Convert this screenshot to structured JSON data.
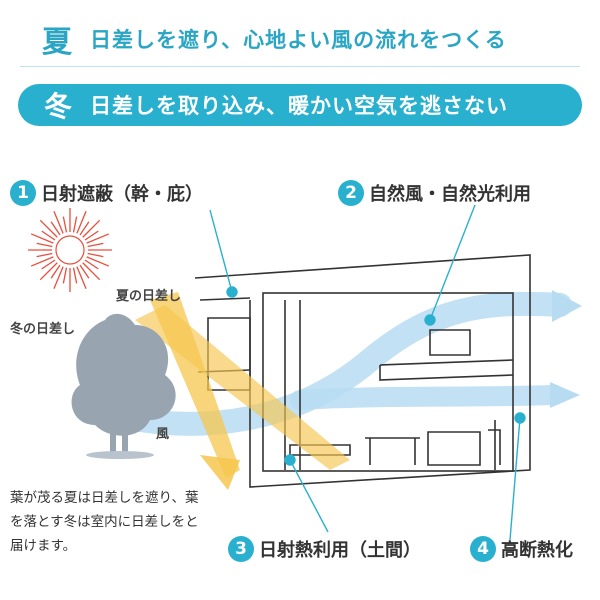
{
  "summer": {
    "char": "夏",
    "text": "日差しを遮り、心地よい風の流れをつくる"
  },
  "winter": {
    "char": "冬",
    "text": "日差しを取り込み、暖かい空気を逃さない"
  },
  "points": [
    {
      "num": "1",
      "text": "日射遮蔽（幹・庇）"
    },
    {
      "num": "2",
      "text": "自然風・自然光利用"
    },
    {
      "num": "3",
      "text": "日射熱利用（土間）"
    },
    {
      "num": "4",
      "text": "高断熱化"
    }
  ],
  "labels": {
    "summer_sun": "夏の日差し",
    "winter_sun": "冬の日差し",
    "wind": "風"
  },
  "caption": "葉が茂る夏は日差しを遮り、葉を落とす冬は室内に日差しをと届けます。",
  "colors": {
    "accent": "#2ab0cf",
    "sun": "#e94e3c",
    "sunlight": "#f6c64e",
    "wind": "#a9d5ee"
  }
}
